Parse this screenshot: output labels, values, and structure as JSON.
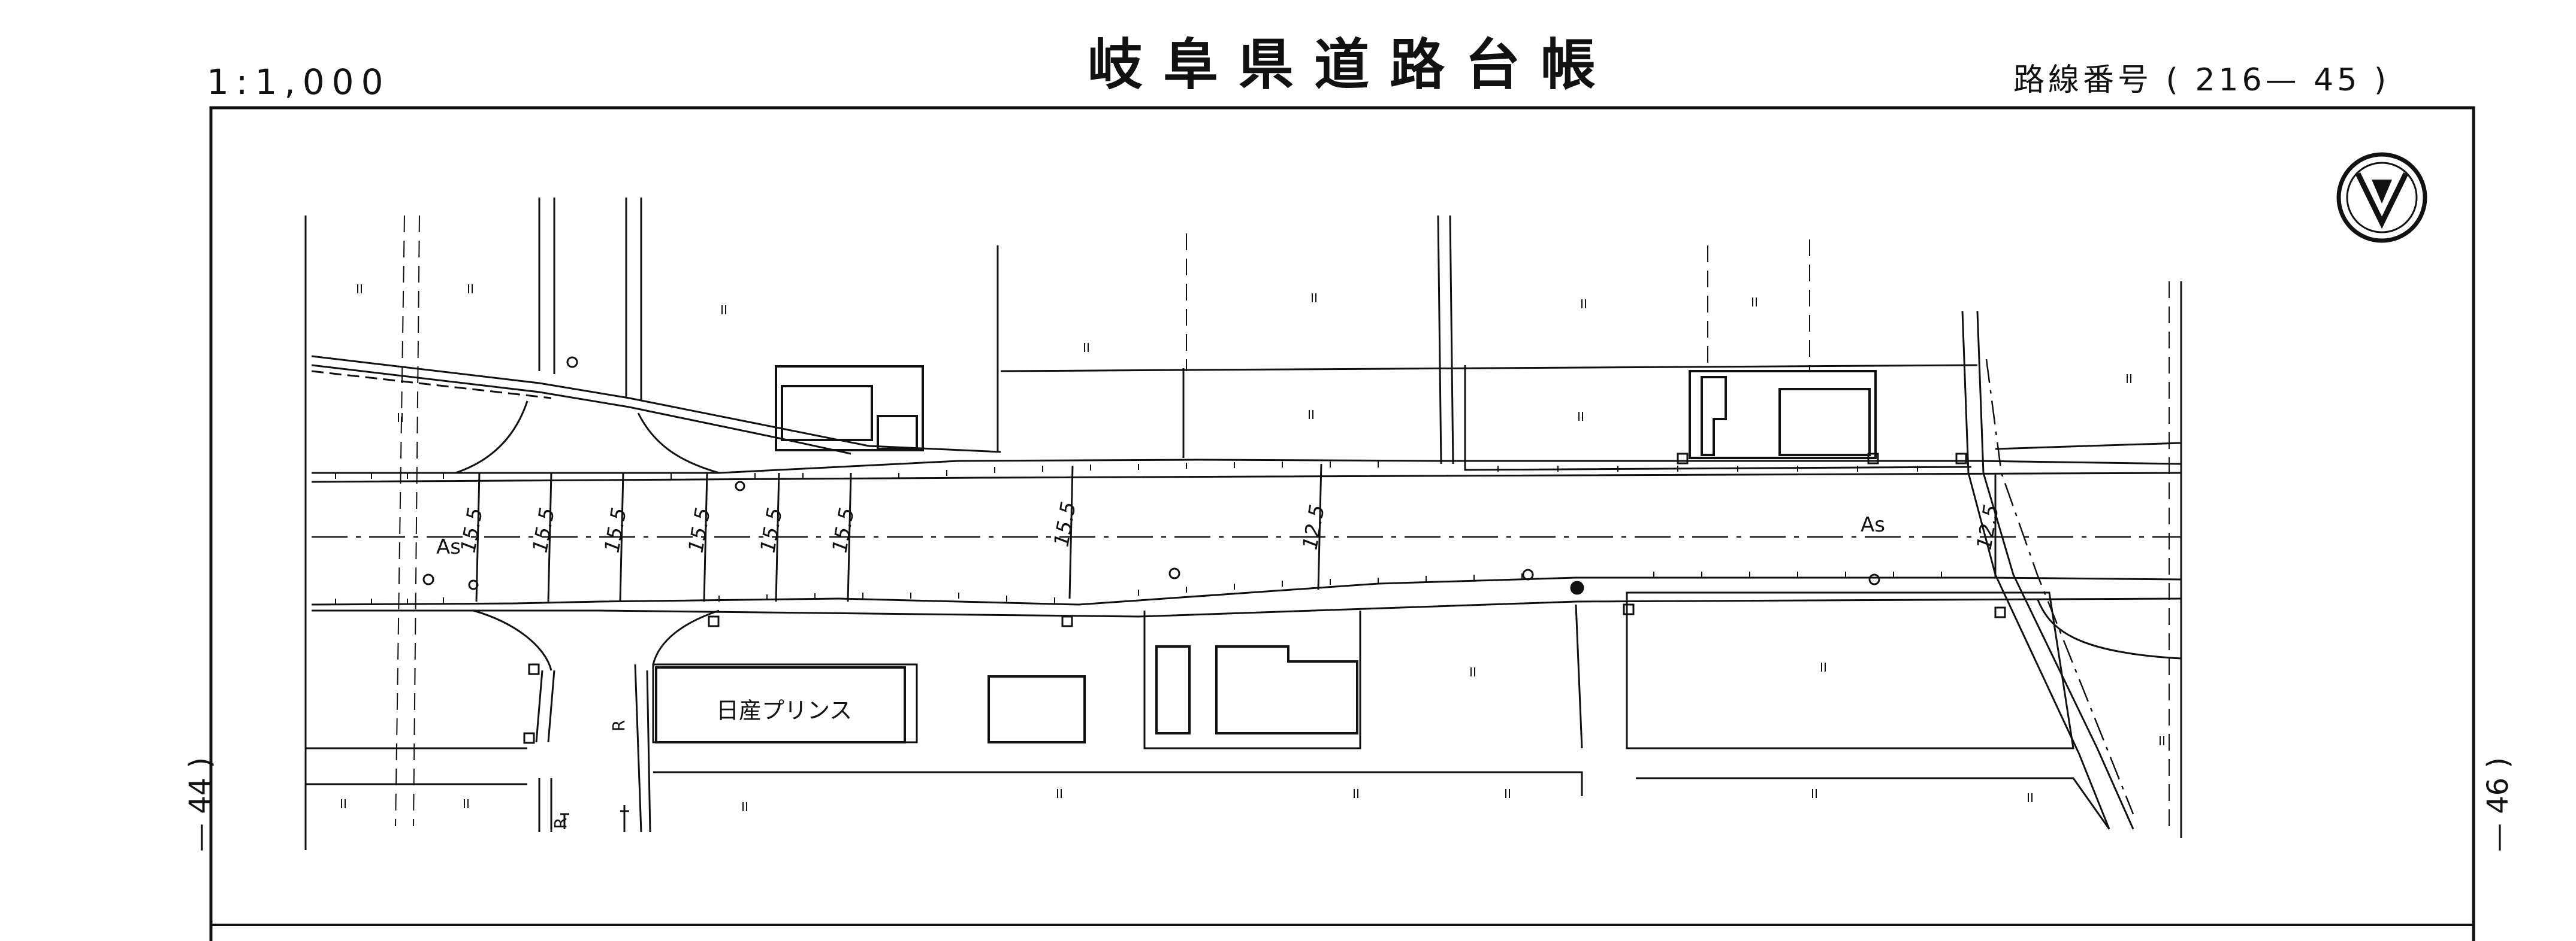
{
  "header": {
    "scale_label": "1:1,000",
    "title": "岐阜県道路台帳",
    "route_number_label": "路線番号 ( 216— 45 )"
  },
  "side_refs": {
    "left": "— 44 )",
    "right": "— 46 )"
  },
  "map": {
    "north_arrow": "north-arrow-icon",
    "surface_labels": [
      "As",
      "As"
    ],
    "width_labels": [
      "15.5",
      "15.5",
      "15.5",
      "15.5",
      "15.5",
      "15.5",
      "15.5",
      "12.5",
      "12.5"
    ],
    "building_label": "日産プリンス",
    "marker_labels": [
      "R",
      "R"
    ]
  }
}
